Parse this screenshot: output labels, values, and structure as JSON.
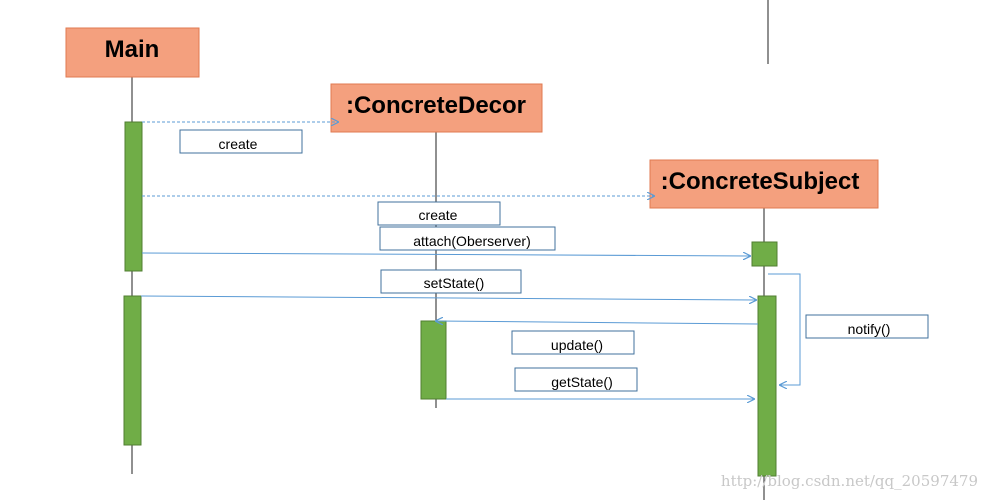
{
  "objects": {
    "main": "Main",
    "decor": ":ConcreteDecor",
    "subject": ":ConcreteSubject"
  },
  "messages": {
    "create_decor": "create",
    "create_subject": "create",
    "attach": "attach(Oberserver)",
    "set_state": "setState()",
    "notify": "notify()",
    "update": "update()",
    "get_state": "getState()"
  },
  "watermark": "http://blog.csdn.net/qq_20597479",
  "colors": {
    "object_fill": "#f4a07e",
    "activation_fill": "#70ad47",
    "message_line": "#5b9bd5",
    "label_border": "#41719c"
  }
}
